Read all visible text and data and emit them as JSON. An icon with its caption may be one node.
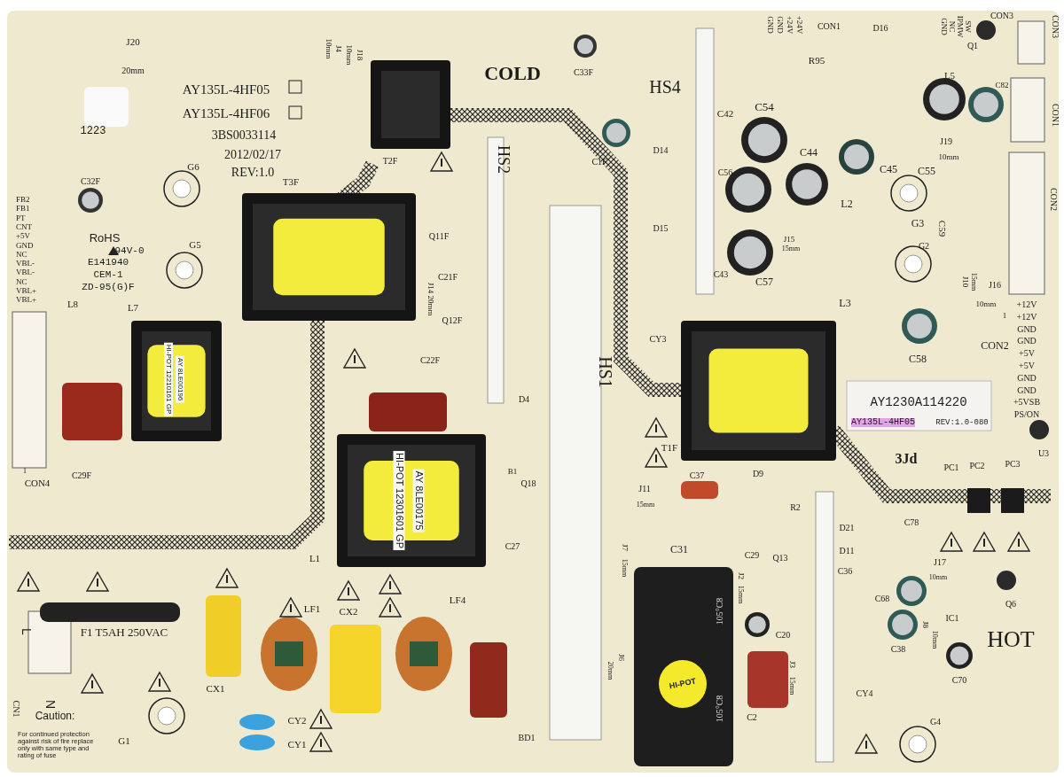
{
  "diagram": {
    "labels": [
      "J20",
      "20mm",
      "J4",
      "10mm",
      "J18",
      "10mm",
      "AY135L-4HF05",
      "AY135L-4HF06",
      "3BS0033114",
      "2012/02/17",
      "REV:1.0",
      "1223",
      "COLD",
      "C33F",
      "HS4",
      "CON1",
      "+24V",
      "+24V",
      "GND",
      "GND",
      "D16",
      "SW",
      "IPMW",
      "NC",
      "GND",
      "CON3",
      "CON3",
      "Q1",
      "R95",
      "L5",
      "C82",
      "CON1",
      "T2F",
      "HS2",
      "C1F",
      "D14",
      "C42",
      "C54",
      "C56",
      "C44",
      "C45",
      "J19",
      "10mm",
      "C55",
      "CON2",
      "G6",
      "T3F",
      "C32F",
      "FB2",
      "FB1",
      "PT",
      "CNT",
      "+5V",
      "GND",
      "NC",
      "VBL-",
      "VBL-",
      "NC",
      "VBL+",
      "VBL+",
      "RoHS",
      "94V-0",
      "E141940",
      "CEM-1",
      "ZD-95(G)F",
      "G5",
      "Q11F",
      "D15",
      "C43",
      "C57",
      "L2",
      "G3",
      "C59",
      "J15",
      "15mm",
      "G2",
      "L3",
      "J10",
      "15mm",
      "J16",
      "10mm",
      "1",
      "+12V",
      "+12V",
      "GND",
      "GND",
      "+5V",
      "+5V",
      "GND",
      "GND",
      "+5VSB",
      "PS/ON",
      "CON2",
      "C58",
      "C21F",
      "J14",
      "20mm",
      "Q12F",
      "C22F",
      "L8",
      "L7",
      "CY3",
      "AY1230A114220",
      "AY135L-4HF05",
      "REV:1.0-080",
      "HS1",
      "T1F",
      "AY 8LE00196",
      "HI-POT 12210161 GP",
      "AY 8LE00175",
      "HI-POT 12301601 GP",
      "D4",
      "CON4",
      "1",
      "C29F",
      "3Jd",
      "PC1",
      "PC2",
      "PC3",
      "U3",
      "B1",
      "Q18",
      "C37",
      "D9",
      "J11",
      "15mm",
      "R2",
      "L1",
      "C27",
      "J7",
      "15mm",
      "C31",
      "C29",
      "Q13",
      "D21",
      "D11",
      "C36",
      "C78",
      "J17",
      "10mm",
      "C68",
      "IC1",
      "Q6",
      "J2",
      "15mm",
      "C20",
      "C38",
      "J8",
      "10mm",
      "HOT",
      "C70",
      "J3",
      "15mm",
      "C2",
      "CY4",
      "G4",
      "LF4",
      "J6",
      "20mm",
      "BD1",
      "HI-POT",
      "105°C8",
      "105°C8",
      "L",
      "F1 T5AH 250VAC",
      "CX1",
      "LF1",
      "CX2",
      "CN1",
      "N",
      "Caution:",
      "For continued protection against risk of fire replace only with same type and rating of fuse",
      "G1",
      "CY2",
      "CY1"
    ]
  }
}
